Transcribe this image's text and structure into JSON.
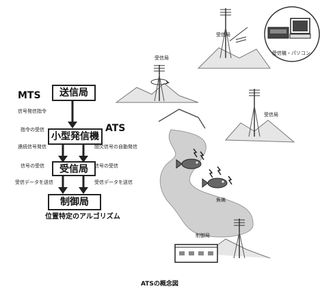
{
  "algorithm": {
    "mts_label": "MTS",
    "ats_label": "ATS",
    "boxes": {
      "transmitter_station": "送信局",
      "small_transmitter": "小型発信機",
      "receiver_station": "受信局",
      "control_station": "制御局"
    },
    "left_steps": {
      "signal_instruction": "信号発信指令",
      "receive_instruction": "指令の受信",
      "continuous_signal": "連続信号発信",
      "receive_signal": "信号の受信",
      "send_data": "受信データを送信"
    },
    "right_steps": {
      "auto_signal": "間欠信号の自動発信",
      "receive_signal": "信号の受信",
      "send_data": "受信データを送信"
    },
    "caption": "位置特定のアルゴリズム"
  },
  "scene": {
    "receiver_top_left": "受信局",
    "receiver_top_right": "受信局",
    "receiver_right": "受信局",
    "receiver_pc": "受信機・パソコン",
    "fishing_ground": "魚礁",
    "control_station": "制御局"
  },
  "figure_caption": "ATSの概念図"
}
